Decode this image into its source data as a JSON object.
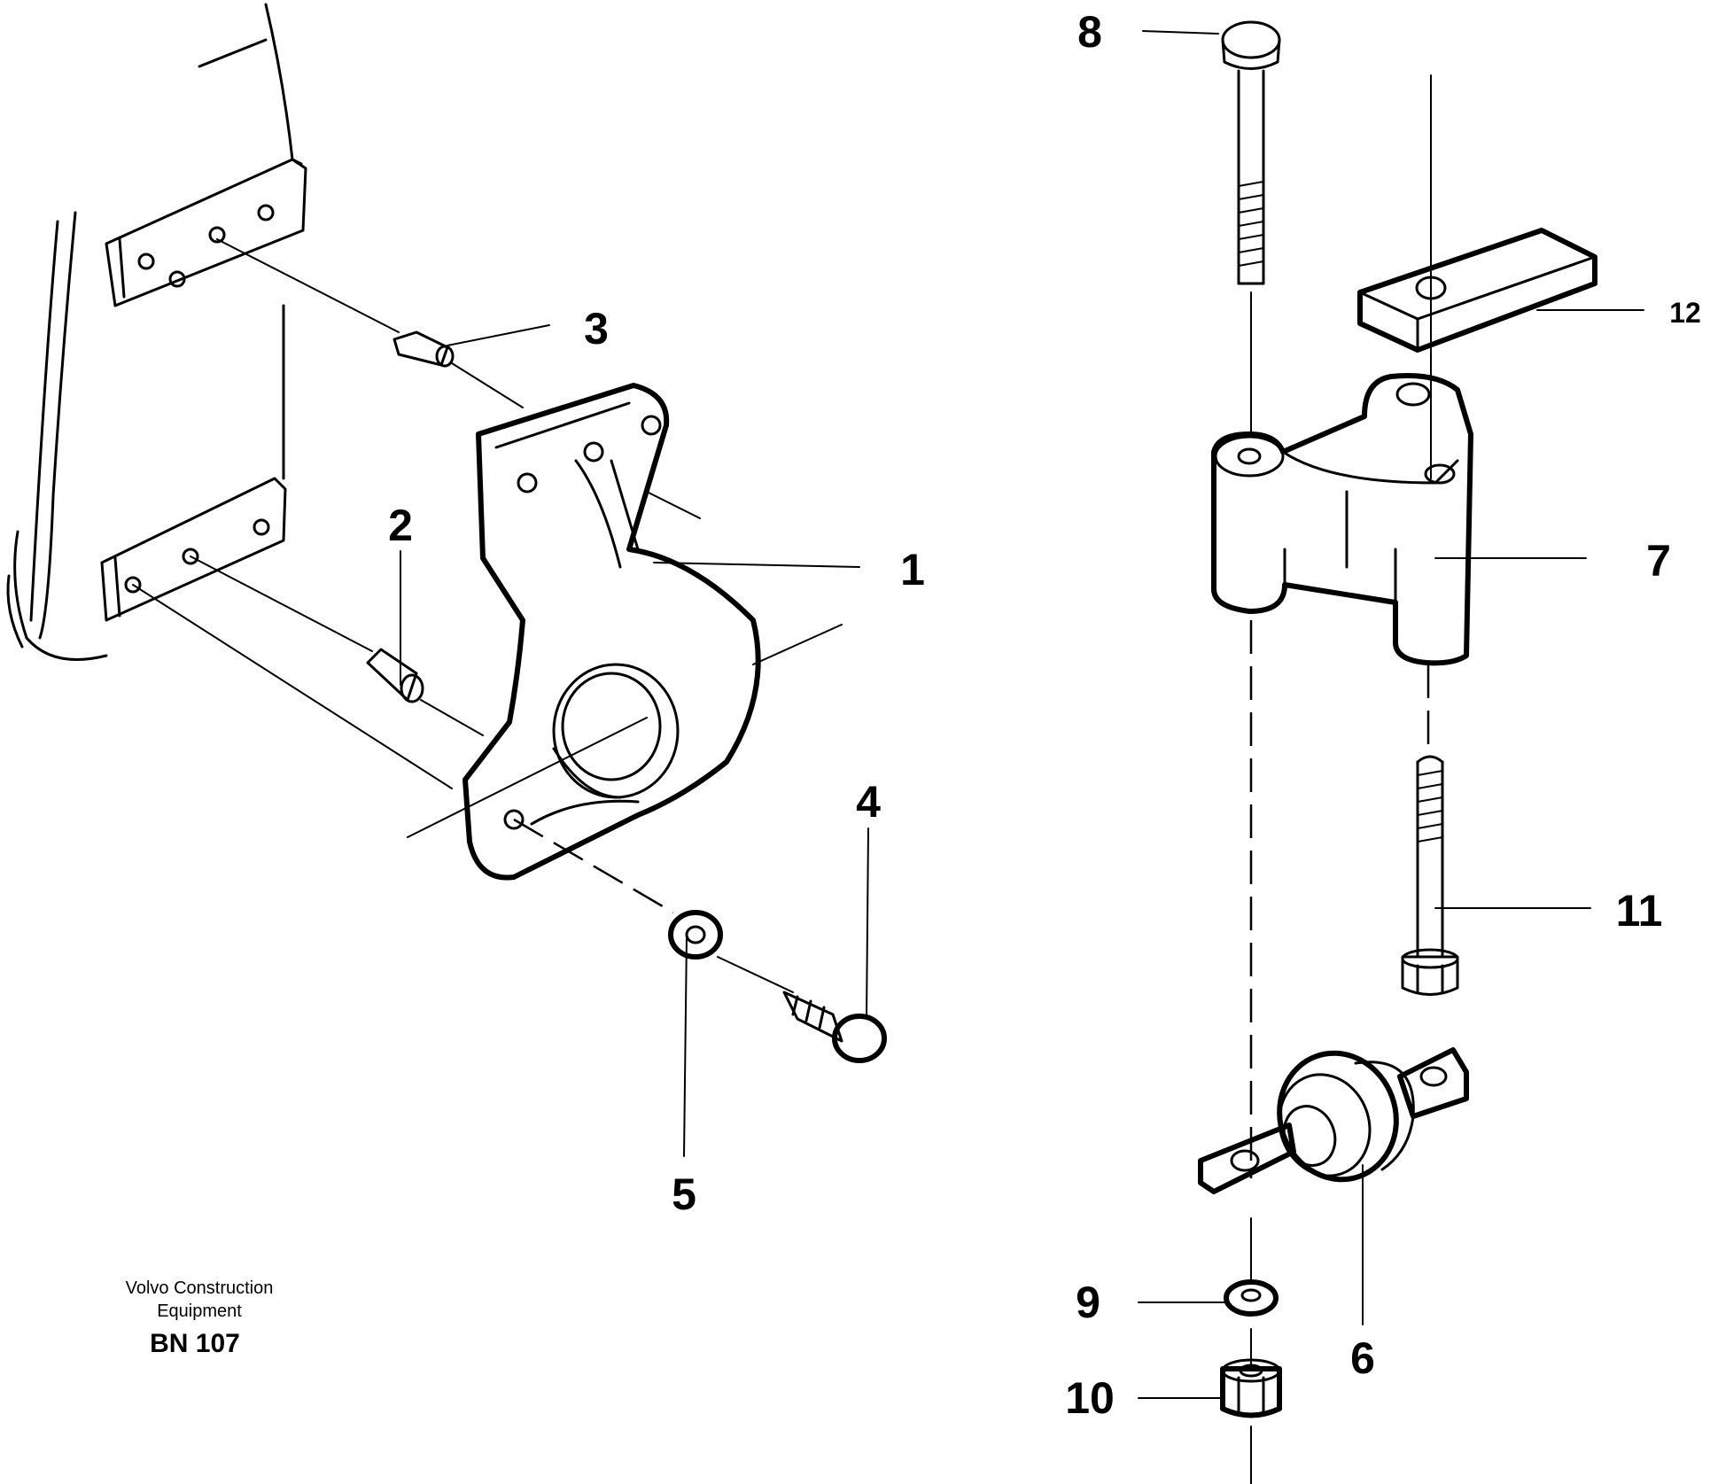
{
  "callouts": {
    "c1": "1",
    "c2": "2",
    "c3": "3",
    "c4": "4",
    "c5": "5",
    "c6": "6",
    "c7": "7",
    "c8": "8",
    "c9": "9",
    "c10": "10",
    "c11": "11",
    "c12": "12"
  },
  "caption": {
    "line1": "Volvo Construction",
    "line2": "Equipment",
    "code": "BN 107"
  }
}
